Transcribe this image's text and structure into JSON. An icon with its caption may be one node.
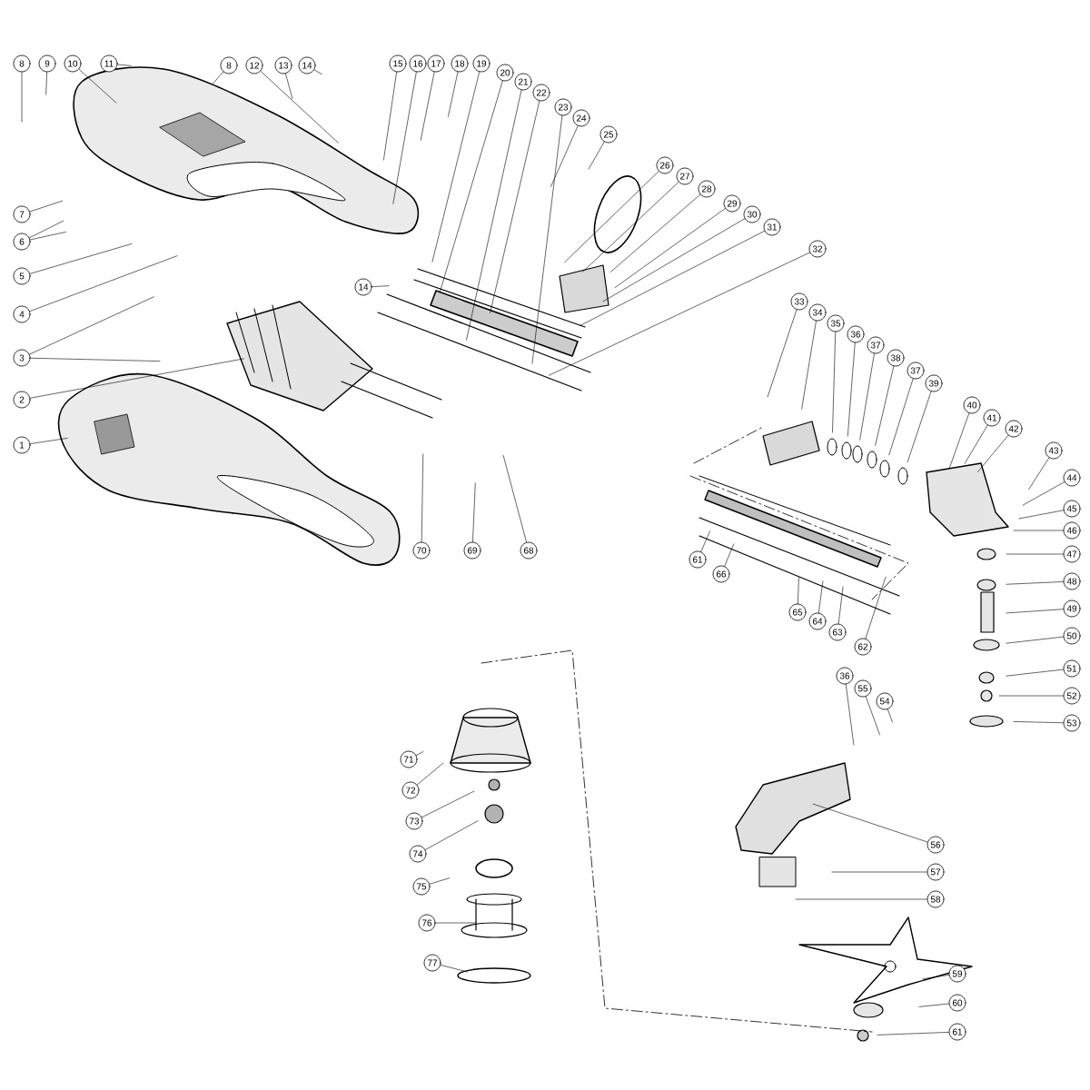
{
  "diagram": {
    "nodes": [
      {
        "text": [
          "8"
        ]
      },
      {
        "text": [
          "9"
        ]
      },
      {
        "text": [
          "10"
        ]
      },
      {
        "text": [
          "11"
        ]
      },
      {
        "text": [
          "8"
        ]
      },
      {
        "text": [
          "12"
        ]
      },
      {
        "text": [
          "13"
        ]
      },
      {
        "text": [
          "14"
        ]
      },
      {
        "text": [
          "15"
        ]
      },
      {
        "text": [
          "16"
        ]
      },
      {
        "text": [
          "17"
        ]
      },
      {
        "text": [
          "18"
        ]
      },
      {
        "text": [
          "19"
        ]
      },
      {
        "text": [
          "20"
        ]
      },
      {
        "text": [
          "21"
        ]
      },
      {
        "text": [
          "22"
        ]
      },
      {
        "text": [
          "23"
        ]
      },
      {
        "text": [
          "24"
        ]
      },
      {
        "text": [
          "25"
        ]
      },
      {
        "text": [
          "26"
        ]
      },
      {
        "text": [
          "27"
        ]
      },
      {
        "text": [
          "28"
        ]
      },
      {
        "text": [
          "29"
        ]
      },
      {
        "text": [
          "30"
        ]
      },
      {
        "text": [
          "31"
        ]
      },
      {
        "text": [
          "32"
        ]
      },
      {
        "text": [
          "7"
        ]
      },
      {
        "text": [
          "6"
        ]
      },
      {
        "text": [
          "5"
        ]
      },
      {
        "text": [
          "4"
        ]
      },
      {
        "text": [
          "33"
        ]
      },
      {
        "text": [
          "34"
        ]
      },
      {
        "text": [
          "35"
        ]
      },
      {
        "text": [
          "36"
        ]
      },
      {
        "text": [
          "37"
        ]
      },
      {
        "text": [
          "38"
        ]
      },
      {
        "text": [
          "37"
        ]
      },
      {
        "text": [
          "39"
        ]
      },
      {
        "text": [
          "3"
        ]
      },
      {
        "text": [
          "40"
        ]
      },
      {
        "text": [
          "41"
        ]
      },
      {
        "text": [
          "42"
        ]
      },
      {
        "text": [
          "2"
        ]
      },
      {
        "text": [
          "14"
        ]
      },
      {
        "text": [
          "1"
        ]
      },
      {
        "text": [
          "43"
        ]
      },
      {
        "text": [
          "44"
        ]
      },
      {
        "text": [
          "45"
        ]
      },
      {
        "text": [
          "46"
        ]
      },
      {
        "text": [
          "70"
        ]
      },
      {
        "text": [
          "69"
        ]
      },
      {
        "text": [
          "68"
        ]
      },
      {
        "text": [
          "47"
        ]
      },
      {
        "text": [
          "61"
        ]
      },
      {
        "text": [
          "66"
        ]
      },
      {
        "text": [
          "48"
        ]
      },
      {
        "text": [
          "49"
        ]
      },
      {
        "text": [
          "65"
        ]
      },
      {
        "text": [
          "64"
        ]
      },
      {
        "text": [
          "63"
        ]
      },
      {
        "text": [
          "50"
        ]
      },
      {
        "text": [
          "62"
        ]
      },
      {
        "text": [
          "51"
        ]
      },
      {
        "text": [
          "36"
        ]
      },
      {
        "text": [
          "55"
        ]
      },
      {
        "text": [
          "52"
        ]
      },
      {
        "text": [
          "54"
        ]
      },
      {
        "text": [
          "53"
        ]
      },
      {
        "text": [
          "71"
        ]
      },
      {
        "text": [
          "72"
        ]
      },
      {
        "text": [
          "73"
        ]
      },
      {
        "text": [
          "56"
        ]
      },
      {
        "text": [
          "74"
        ]
      },
      {
        "text": [
          "57"
        ]
      },
      {
        "text": [
          "75"
        ]
      },
      {
        "text": [
          "58"
        ]
      },
      {
        "text": [
          "76"
        ]
      },
      {
        "text": [
          "77"
        ]
      },
      {
        "text": [
          "59"
        ]
      },
      {
        "text": [
          "60"
        ]
      },
      {
        "text": [
          "61"
        ]
      }
    ],
    "edges": [
      {
        "from": 0,
        "to": null,
        "arrow": "none"
      },
      {
        "from": 1,
        "to": null,
        "arrow": "none"
      },
      {
        "from": 2,
        "to": null,
        "arrow": "none"
      },
      {
        "from": 3,
        "to": null,
        "arrow": "none"
      },
      {
        "from": 4,
        "to": null,
        "arrow": "none"
      },
      {
        "from": 5,
        "to": null,
        "arrow": "none"
      },
      {
        "from": 6,
        "to": null,
        "arrow": "none"
      },
      {
        "from": 7,
        "to": null,
        "arrow": "none"
      },
      {
        "from": 8,
        "to": null,
        "arrow": "none"
      },
      {
        "from": 9,
        "to": null,
        "arrow": "none"
      },
      {
        "from": 10,
        "to": null,
        "arrow": "none"
      },
      {
        "from": 11,
        "to": null,
        "arrow": "none"
      },
      {
        "from": 12,
        "to": null,
        "arrow": "none"
      },
      {
        "from": 13,
        "to": null,
        "arrow": "none"
      },
      {
        "from": 14,
        "to": null,
        "arrow": "none"
      },
      {
        "from": 15,
        "to": null,
        "arrow": "none"
      },
      {
        "from": 16,
        "to": null,
        "arrow": "none"
      },
      {
        "from": 17,
        "to": null,
        "arrow": "none"
      },
      {
        "from": 18,
        "to": null,
        "arrow": "none"
      },
      {
        "from": 19,
        "to": null,
        "arrow": "none"
      },
      {
        "from": 20,
        "to": null,
        "arrow": "none"
      },
      {
        "from": 21,
        "to": null,
        "arrow": "none"
      },
      {
        "from": 22,
        "to": null,
        "arrow": "none"
      },
      {
        "from": 23,
        "to": null,
        "arrow": "none"
      },
      {
        "from": 24,
        "to": null,
        "arrow": "none"
      },
      {
        "from": 25,
        "to": null,
        "arrow": "none"
      },
      {
        "from": 26,
        "to": null,
        "arrow": "none"
      },
      {
        "from": 27,
        "to": null,
        "arrow": "none"
      },
      {
        "from": 28,
        "to": null,
        "arrow": "none"
      },
      {
        "from": 29,
        "to": null,
        "arrow": "none"
      },
      {
        "from": 30,
        "to": null,
        "arrow": "none"
      },
      {
        "from": 31,
        "to": null,
        "arrow": "none"
      },
      {
        "from": 32,
        "to": null,
        "arrow": "none"
      },
      {
        "from": 33,
        "to": null,
        "arrow": "none"
      },
      {
        "from": 34,
        "to": null,
        "arrow": "none"
      },
      {
        "from": 35,
        "to": null,
        "arrow": "none"
      },
      {
        "from": 36,
        "to": null,
        "arrow": "none"
      },
      {
        "from": 37,
        "to": null,
        "arrow": "none"
      },
      {
        "from": 38,
        "to": null,
        "arrow": "none"
      },
      {
        "from": 39,
        "to": null,
        "arrow": "none"
      },
      {
        "from": 40,
        "to": null,
        "arrow": "none"
      },
      {
        "from": 41,
        "to": null,
        "arrow": "none"
      },
      {
        "from": 42,
        "to": null,
        "arrow": "none"
      },
      {
        "from": 43,
        "to": null,
        "arrow": "none"
      },
      {
        "from": 44,
        "to": null,
        "arrow": "none"
      },
      {
        "from": 45,
        "to": null,
        "arrow": "none"
      },
      {
        "from": 46,
        "to": null,
        "arrow": "none"
      },
      {
        "from": 47,
        "to": null,
        "arrow": "none"
      },
      {
        "from": 48,
        "to": null,
        "arrow": "none"
      },
      {
        "from": 49,
        "to": null,
        "arrow": "none"
      },
      {
        "from": 50,
        "to": null,
        "arrow": "none"
      },
      {
        "from": 51,
        "to": null,
        "arrow": "none"
      },
      {
        "from": 52,
        "to": null,
        "arrow": "none"
      },
      {
        "from": 53,
        "to": null,
        "arrow": "none"
      },
      {
        "from": 54,
        "to": null,
        "arrow": "none"
      },
      {
        "from": 55,
        "to": null,
        "arrow": "none"
      },
      {
        "from": 56,
        "to": null,
        "arrow": "none"
      },
      {
        "from": 57,
        "to": null,
        "arrow": "none"
      },
      {
        "from": 58,
        "to": null,
        "arrow": "none"
      },
      {
        "from": 59,
        "to": null,
        "arrow": "none"
      },
      {
        "from": 60,
        "to": null,
        "arrow": "none"
      },
      {
        "from": 61,
        "to": null,
        "arrow": "none"
      },
      {
        "from": 62,
        "to": null,
        "arrow": "none"
      },
      {
        "from": 63,
        "to": null,
        "arrow": "none"
      },
      {
        "from": 64,
        "to": null,
        "arrow": "none"
      },
      {
        "from": 65,
        "to": null,
        "arrow": "none"
      },
      {
        "from": 66,
        "to": null,
        "arrow": "none"
      },
      {
        "from": 67,
        "to": null,
        "arrow": "none"
      },
      {
        "from": 68,
        "to": null,
        "arrow": "none"
      },
      {
        "from": 69,
        "to": null,
        "arrow": "none"
      },
      {
        "from": 70,
        "to": null,
        "arrow": "none"
      },
      {
        "from": 71,
        "to": null,
        "arrow": "none"
      },
      {
        "from": 72,
        "to": null,
        "arrow": "none"
      },
      {
        "from": 73,
        "to": null,
        "arrow": "none"
      },
      {
        "from": 74,
        "to": null,
        "arrow": "none"
      },
      {
        "from": 75,
        "to": null,
        "arrow": "none"
      },
      {
        "from": 76,
        "to": null,
        "arrow": "none"
      },
      {
        "from": 77,
        "to": null,
        "arrow": "none"
      },
      {
        "from": 78,
        "to": null,
        "arrow": "none"
      },
      {
        "from": 79,
        "to": null,
        "arrow": "none"
      },
      {
        "from": 80,
        "to": null,
        "arrow": "none"
      },
      {
        "from": 27,
        "to": null,
        "arrow": "none"
      },
      {
        "from": 38,
        "to": null,
        "arrow": "none"
      }
    ]
  }
}
